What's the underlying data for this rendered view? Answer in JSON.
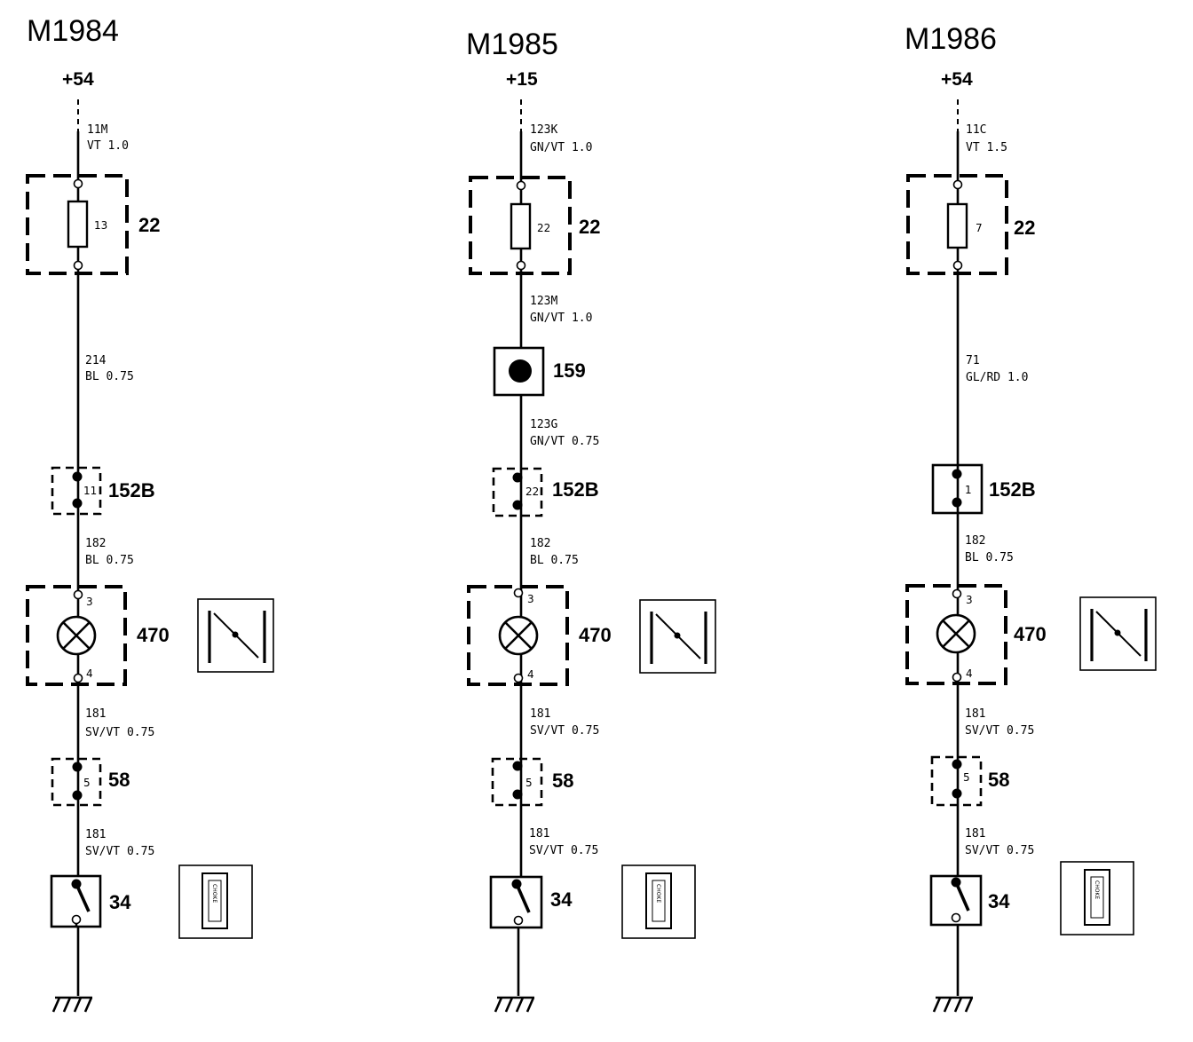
{
  "columns": [
    {
      "model": "M1984",
      "supply": "+54",
      "wire_top": {
        "id": "11M",
        "spec": "VT 1.0"
      },
      "fuse": {
        "number": "13",
        "box": "22"
      },
      "wire_mid": {
        "id": "214",
        "spec": "BL 0.75"
      },
      "connector159": null,
      "connector152": {
        "pin": "11",
        "label": "152B",
        "style": "dashed"
      },
      "wire_to_lamp": {
        "id": "182",
        "spec": "BL 0.75"
      },
      "lamp": {
        "label": "470",
        "pin_in": "3",
        "pin_out": "4"
      },
      "wire_after_lamp": {
        "id": "181",
        "spec": "SV/VT 0.75"
      },
      "connector58": {
        "pin": "5",
        "label": "58"
      },
      "wire_to_switch": {
        "id": "181",
        "spec": "SV/VT 0.75"
      },
      "switch": {
        "label": "34",
        "symbol_text": "CHOKE"
      }
    },
    {
      "model": "M1985",
      "supply": "+15",
      "wire_top": {
        "id": "123K",
        "spec": "GN/VT 1.0"
      },
      "fuse": {
        "number": "22",
        "box": "22"
      },
      "wire_mid": {
        "id": "123M",
        "spec": "GN/VT 1.0"
      },
      "connector159": {
        "label": "159"
      },
      "wire_mid2": {
        "id": "123G",
        "spec": "GN/VT 0.75"
      },
      "connector152": {
        "pin": "22",
        "label": "152B",
        "style": "dashed"
      },
      "wire_to_lamp": {
        "id": "182",
        "spec": "BL 0.75"
      },
      "lamp": {
        "label": "470",
        "pin_in": "3",
        "pin_out": "4"
      },
      "wire_after_lamp": {
        "id": "181",
        "spec": "SV/VT 0.75"
      },
      "connector58": {
        "pin": "5",
        "label": "58"
      },
      "wire_to_switch": {
        "id": "181",
        "spec": "SV/VT 0.75"
      },
      "switch": {
        "label": "34",
        "symbol_text": "CHOKE"
      }
    },
    {
      "model": "M1986",
      "supply": "+54",
      "wire_top": {
        "id": "11C",
        "spec": "VT 1.5"
      },
      "fuse": {
        "number": "7",
        "box": "22"
      },
      "wire_mid": {
        "id": "71",
        "spec": "GL/RD 1.0"
      },
      "connector159": null,
      "connector152": {
        "pin": "1",
        "label": "152B",
        "style": "solid"
      },
      "wire_to_lamp": {
        "id": "182",
        "spec": "BL 0.75"
      },
      "lamp": {
        "label": "470",
        "pin_in": "3",
        "pin_out": "4"
      },
      "wire_after_lamp": {
        "id": "181",
        "spec": "SV/VT 0.75"
      },
      "connector58": {
        "pin": "5",
        "label": "58"
      },
      "wire_to_switch": {
        "id": "181",
        "spec": "SV/VT 0.75"
      },
      "switch": {
        "label": "34",
        "symbol_text": "CHOKE"
      }
    }
  ]
}
